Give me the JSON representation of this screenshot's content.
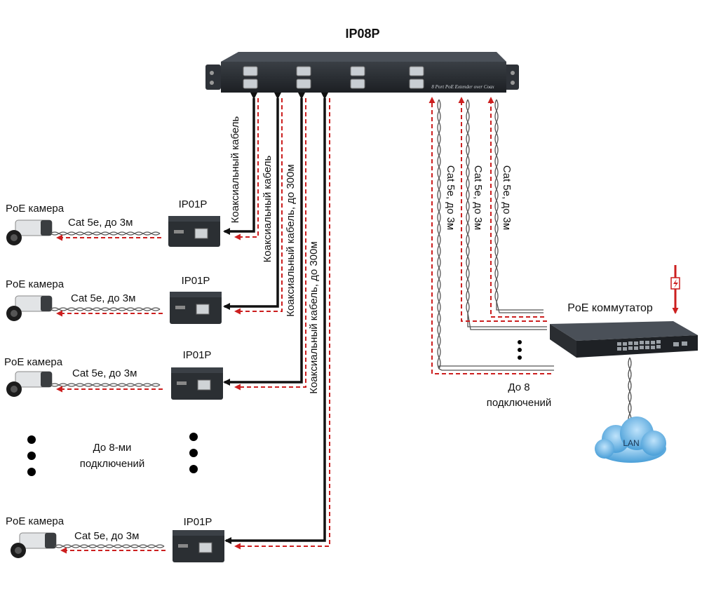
{
  "title": "IP08P",
  "rack_panel_text": "8 Port PoE Extender over Coax",
  "camera_label": "PoE камера",
  "extender_label": "IP01P",
  "short_cable_label": "Cat 5e, до 3м",
  "coax_labels": [
    "Коаксиальный кабель",
    "Коаксиальный кабель",
    "Коаксиальный кабель, до 300м",
    "Коаксиальный кабель, до 300м"
  ],
  "cat5_vertical_label": "Cat 5e, до 3м",
  "left_more_label_line1": "До 8-ми",
  "left_more_label_line2": "подключений",
  "right_more_label_line1": "До 8",
  "right_more_label_line2": "подключений",
  "switch_label": "PoE коммутатор",
  "cloud_label": "LAN",
  "colors": {
    "power": "#cc1f1f",
    "data": "#111111",
    "device": "#2b2f33"
  }
}
